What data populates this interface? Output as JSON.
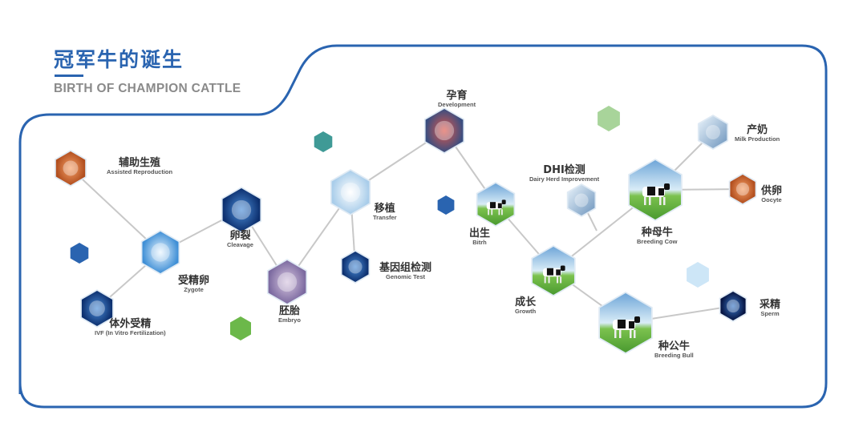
{
  "header": {
    "title_cn": "冠军牛的诞生",
    "title_en": "BIRTH OF CHAMPION CATTLE"
  },
  "colors": {
    "border": "#2a64b0",
    "line": "#c8c8c8",
    "teal": "#3f9a96",
    "blue": "#2a64b0",
    "green": "#6cb84a",
    "light_green": "#a8d49a",
    "light_blue": "#cde6f7"
  },
  "nodes": [
    {
      "id": "assisted",
      "cn": "辅助生殖",
      "en": "Assisted Reproduction",
      "icon": "egg-cell-icon"
    },
    {
      "id": "zygote",
      "cn": "受精卵",
      "en": "Zygote",
      "icon": "zygote-icon"
    },
    {
      "id": "ivf",
      "cn": "体外受精",
      "en": "IVF (In Vitro Fertilization)",
      "icon": "ivf-cell-icon"
    },
    {
      "id": "cleavage",
      "cn": "卵裂",
      "en": "Cleavage",
      "icon": "cleavage-icon"
    },
    {
      "id": "embryo",
      "cn": "胚胎",
      "en": "Embryo",
      "icon": "embryo-icon"
    },
    {
      "id": "transfer",
      "cn": "移植",
      "en": "Transfer",
      "icon": "uterus-icon"
    },
    {
      "id": "genomic",
      "cn": "基因组检测",
      "en": "Genomic Test",
      "icon": "dna-icon"
    },
    {
      "id": "development",
      "cn": "孕育",
      "en": "Development",
      "icon": "fetus-icon"
    },
    {
      "id": "birth",
      "cn": "出生",
      "en": "Bitrh",
      "icon": "calf-icon"
    },
    {
      "id": "dhi",
      "cn": "DHI检测",
      "en": "Dairy Herd Improvement",
      "icon": "milking-machine-icon"
    },
    {
      "id": "cow",
      "cn": "种母牛",
      "en": "Breeding Cow",
      "icon": "cow-icon"
    },
    {
      "id": "milk",
      "cn": "产奶",
      "en": "Milk Production",
      "icon": "milk-tank-icon"
    },
    {
      "id": "oocyte",
      "cn": "供卵",
      "en": "Oocyte",
      "icon": "oocyte-icon"
    },
    {
      "id": "growth",
      "cn": "成长",
      "en": "Growth",
      "icon": "heifer-icon"
    },
    {
      "id": "bull",
      "cn": "种公牛",
      "en": "Breeding Bull",
      "icon": "bull-icon"
    },
    {
      "id": "sperm",
      "cn": "采精",
      "en": "Sperm",
      "icon": "sperm-icon"
    }
  ],
  "edges": [
    [
      "assisted",
      "zygote"
    ],
    [
      "zygote",
      "ivf"
    ],
    [
      "zygote",
      "cleavage"
    ],
    [
      "cleavage",
      "embryo"
    ],
    [
      "embryo",
      "transfer"
    ],
    [
      "transfer",
      "development"
    ],
    [
      "transfer",
      "genomic"
    ],
    [
      "development",
      "birth"
    ],
    [
      "birth",
      "growth"
    ],
    [
      "growth",
      "cow"
    ],
    [
      "dhi",
      "junction"
    ],
    [
      "cow",
      "milk"
    ],
    [
      "cow",
      "oocyte"
    ],
    [
      "growth",
      "bull"
    ],
    [
      "bull",
      "sperm"
    ]
  ]
}
